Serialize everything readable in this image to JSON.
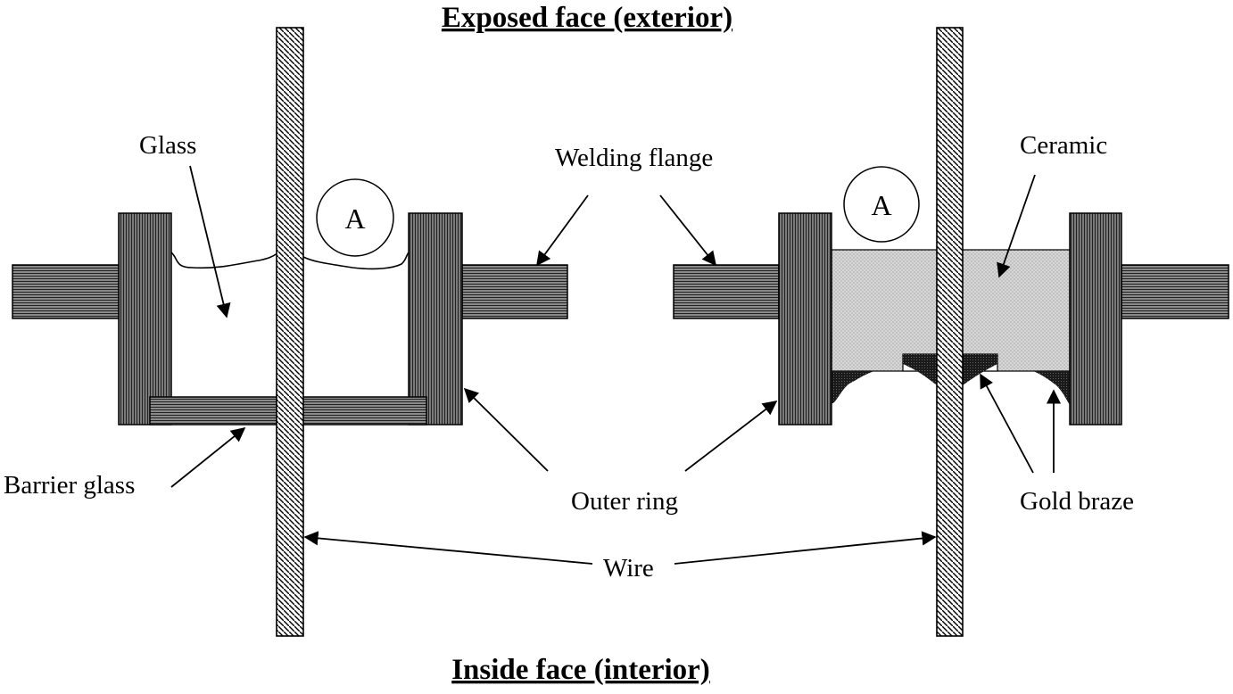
{
  "headings": {
    "top": "Exposed face (exterior)",
    "bottom": "Inside face (interior)"
  },
  "labels": {
    "glass": "Glass",
    "welding_flange": "Welding flange",
    "ceramic": "Ceramic",
    "barrier_glass": "Barrier glass",
    "outer_ring": "Outer ring",
    "gold_braze": "Gold braze",
    "wire": "Wire",
    "marker_left": "A",
    "marker_right": "A"
  },
  "colors": {
    "metal_fill": "#6f6f6f",
    "hatch_line": "#222222",
    "ceramic_fill": "#d0d0d0",
    "braze_fill": "#1a1a1a",
    "stroke": "#000000"
  }
}
